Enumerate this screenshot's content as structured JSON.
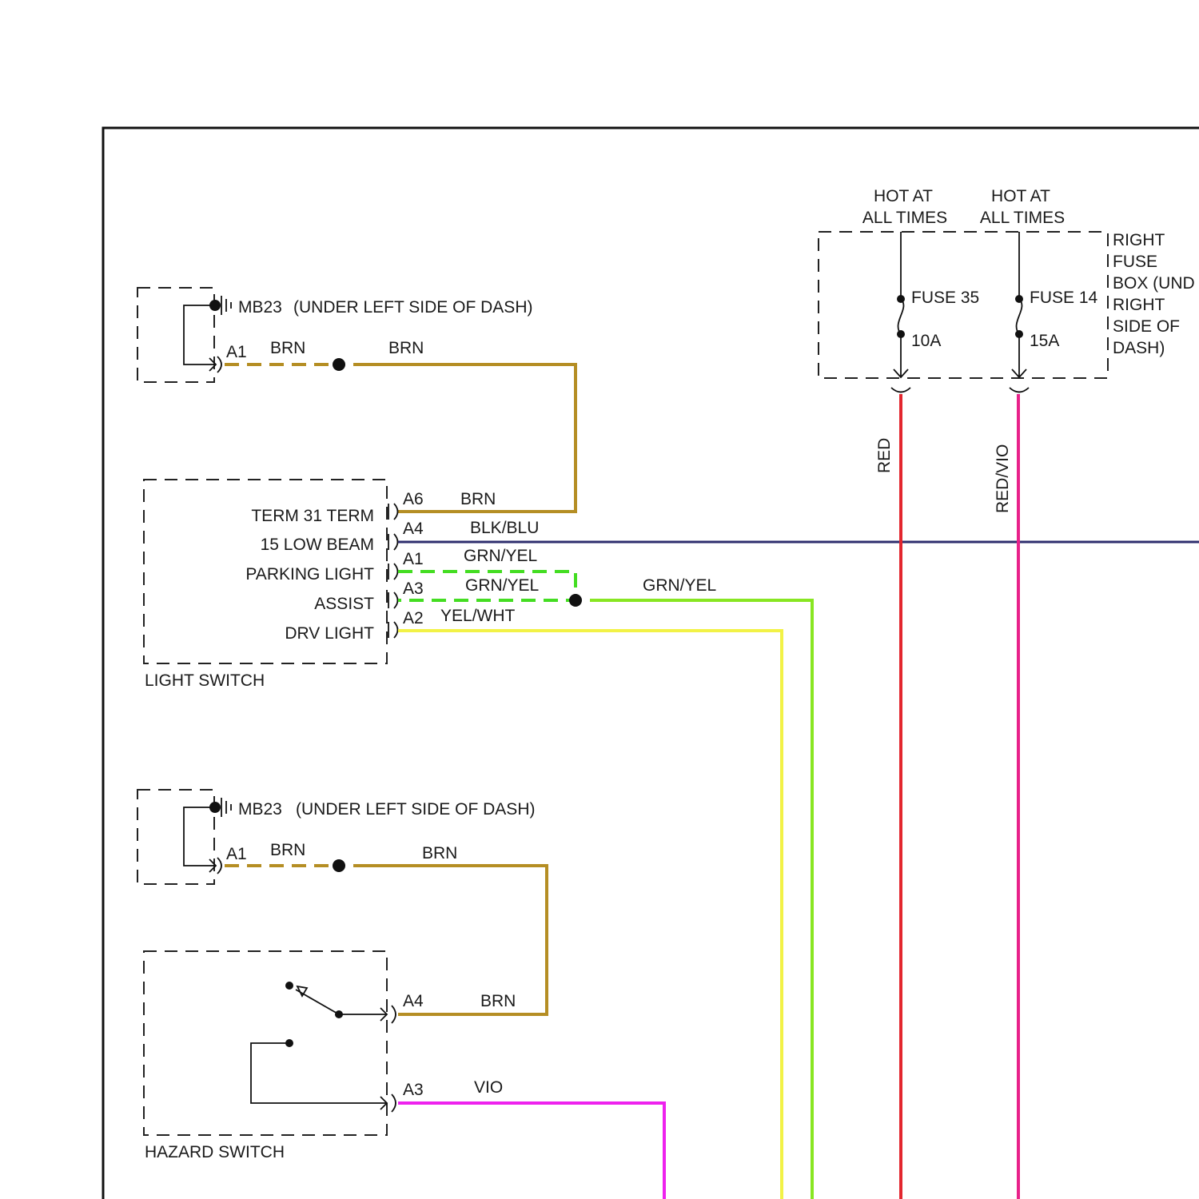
{
  "ground_top": {
    "connector": "MB23",
    "location": "(UNDER LEFT SIDE OF DASH)",
    "pin": "A1",
    "wire_left": "BRN",
    "wire_right": "BRN"
  },
  "light_switch": {
    "title": "LIGHT SWITCH",
    "labels": [
      "TERM 31 TERM",
      "15 LOW BEAM",
      "PARKING LIGHT",
      "ASSIST",
      "DRV LIGHT"
    ],
    "pins": [
      "A6",
      "A4",
      "A1",
      "A3",
      "A2"
    ],
    "wires": [
      "BRN",
      "BLK/BLU",
      "GRN/YEL",
      "GRN/YEL",
      "YEL/WHT"
    ],
    "wire_assist_out": "GRN/YEL"
  },
  "ground_bottom": {
    "connector": "MB23",
    "location": "(UNDER LEFT SIDE OF DASH)",
    "pin": "A1",
    "wire_left": "BRN",
    "wire_right": "BRN"
  },
  "hazard_switch": {
    "title": "HAZARD SWITCH",
    "pins": [
      "A4",
      "A3"
    ],
    "wires": [
      "BRN",
      "VIO"
    ]
  },
  "fuse_box": {
    "label_lines": [
      "RIGHT",
      "FUSE",
      "BOX (UND",
      "RIGHT",
      "SIDE OF",
      "DASH)"
    ],
    "fuses": [
      {
        "hot_line1": "HOT AT",
        "hot_line2": "ALL TIMES",
        "name": "FUSE 35",
        "rating": "10A",
        "wire": "RED"
      },
      {
        "hot_line1": "HOT AT",
        "hot_line2": "ALL TIMES",
        "name": "FUSE 14",
        "rating": "15A",
        "wire": "RED/VIO"
      }
    ]
  },
  "colors": {
    "brn": "#b58e24",
    "blk_blu": "#2e2e6e",
    "grn_yel": "#44dd22",
    "grn_yel_solid": "#88e622",
    "yel_wht": "#f2f246",
    "red": "#e3262e",
    "red_vio": "#e8228a",
    "vio": "#ee22ee"
  }
}
